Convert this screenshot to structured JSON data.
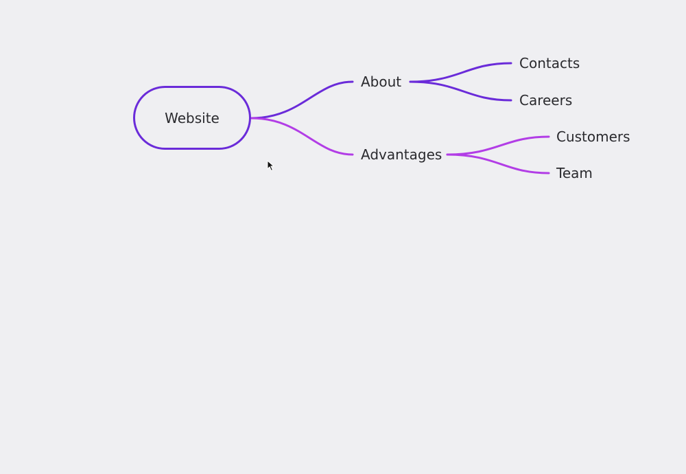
{
  "mindmap": {
    "root": {
      "label": "Website"
    },
    "branches": [
      {
        "label": "About",
        "color": "#6a2bd9",
        "children": [
          {
            "label": "Contacts"
          },
          {
            "label": "Careers"
          }
        ]
      },
      {
        "label": "Advantages",
        "color": "#b23de6",
        "children": [
          {
            "label": "Customers"
          },
          {
            "label": "Team"
          }
        ]
      }
    ]
  },
  "colors": {
    "background": "#efeff2",
    "root_border": "#6a2bd9",
    "branch_about": "#6a2bd9",
    "branch_advantages": "#b23de6",
    "text": "#2a2a2e"
  },
  "cursor": {
    "icon": "mouse-pointer-icon"
  }
}
